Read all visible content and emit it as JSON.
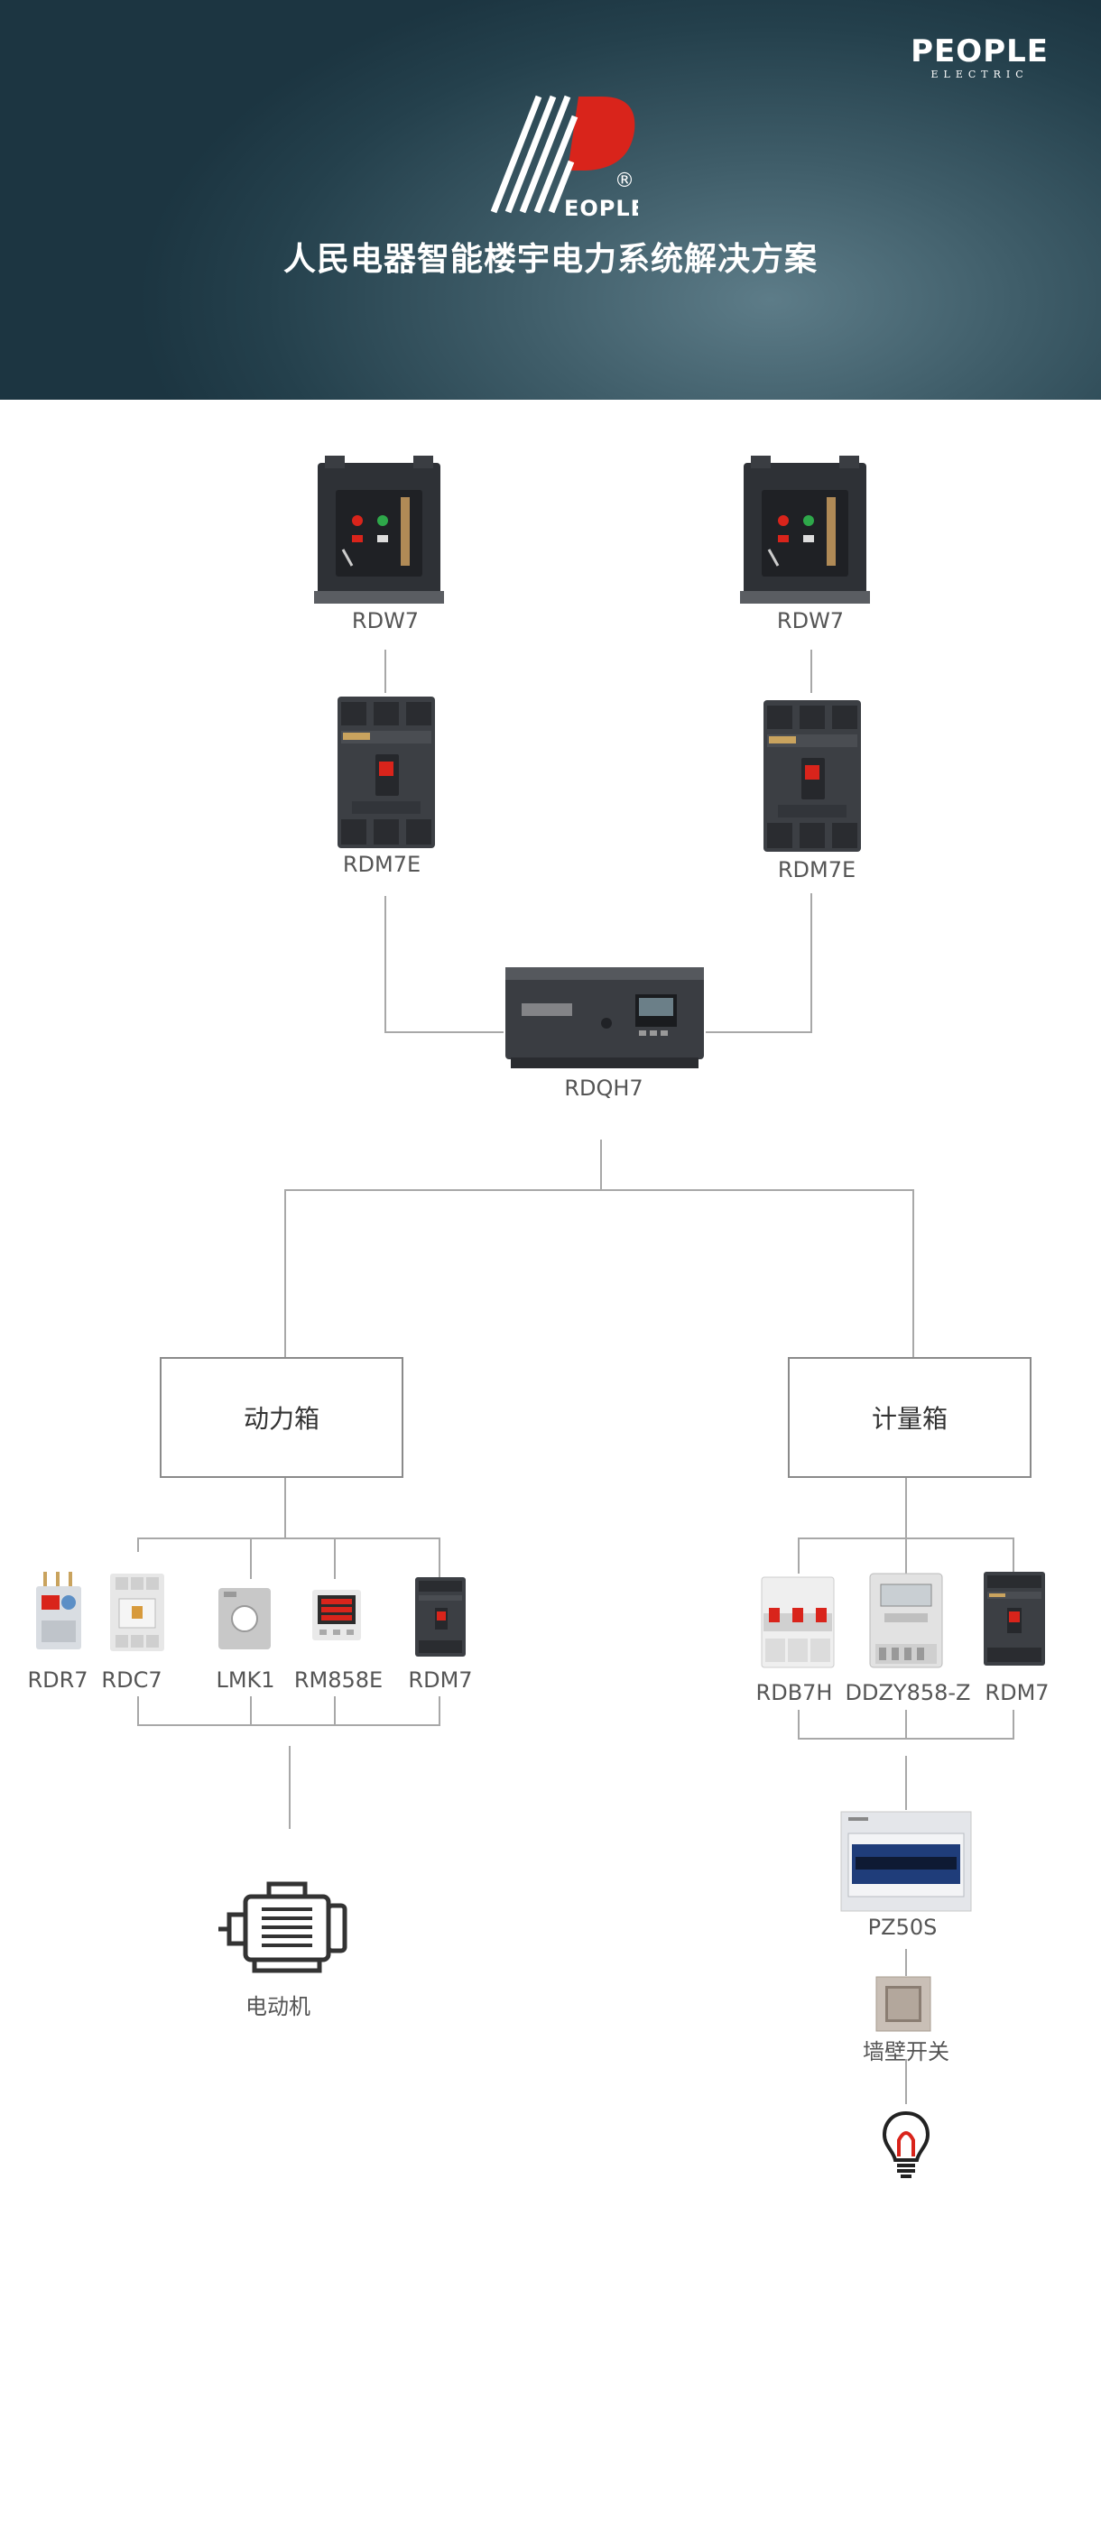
{
  "header": {
    "brand_name": "PEOPLE",
    "brand_sub": "ELECTRIC",
    "logo_text": "EOPLE",
    "logo_mark": "®",
    "title": "人民电器智能楼宇电力系统解决方案"
  },
  "top": {
    "left_breaker": "RDW7",
    "right_breaker": "RDW7",
    "left_mccb": "RDM7E",
    "right_mccb": "RDM7E",
    "transfer_switch": "RDQH7"
  },
  "power_box": {
    "title": "动力箱",
    "devices": [
      "RDR7",
      "RDC7",
      "LMK1",
      "RM858E",
      "RDM7"
    ],
    "load": "电动机"
  },
  "meter_box": {
    "title": "计量箱",
    "devices": [
      "RDB7H",
      "DDZY858-Z",
      "RDM7"
    ],
    "distribution_box": "PZ50S",
    "wall_switch": "墙壁开关"
  },
  "colors": {
    "banner_dark": "#1c3541",
    "banner_light": "#5d7c88",
    "logo_red": "#d9241b",
    "device_body": "#3c3f44",
    "lines": "#a8a8a8"
  }
}
